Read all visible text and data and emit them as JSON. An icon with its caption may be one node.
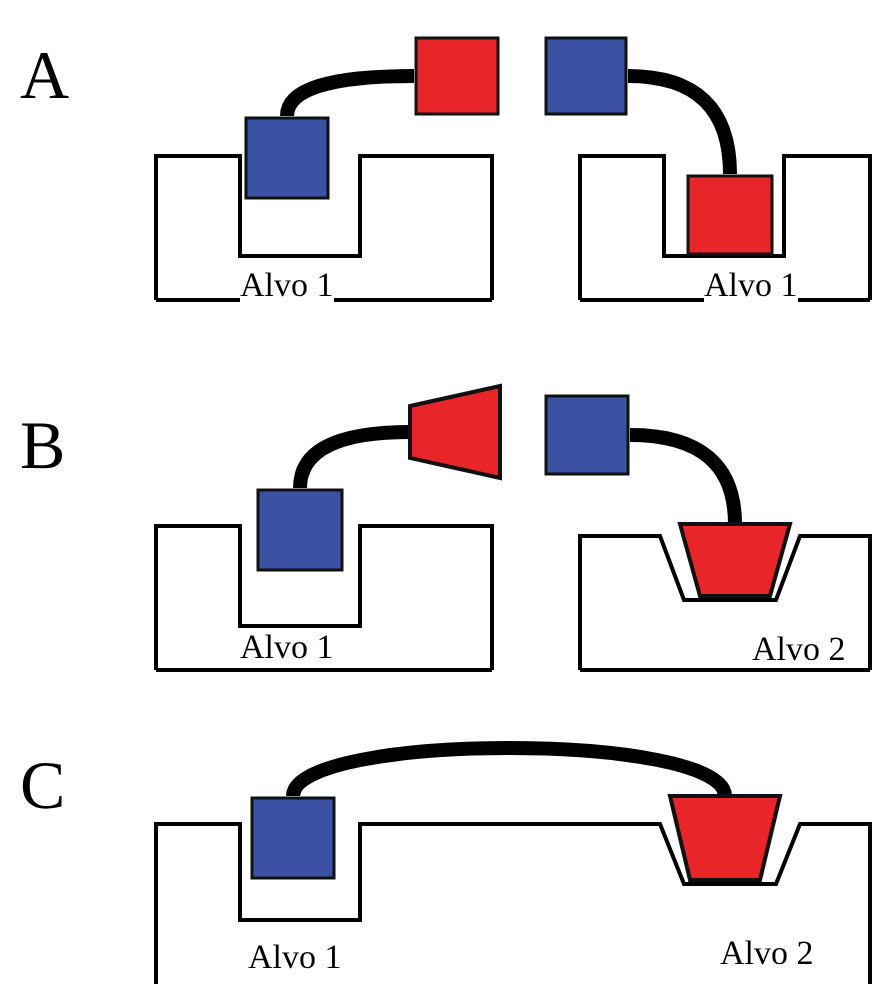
{
  "diagram": {
    "nodes": [
      {
        "text": [
          "Alvo 1"
        ]
      },
      {
        "text": [],
        "shape": "box"
      },
      {
        "text": [],
        "shape": "box"
      },
      {
        "text": [
          "Alvo 1"
        ]
      },
      {
        "text": [],
        "shape": "box"
      },
      {
        "text": [],
        "shape": "box",
        "in": 3
      },
      {
        "text": [
          "Alvo 1"
        ]
      },
      {
        "text": [],
        "shape": "box"
      },
      {
        "text": [],
        "shape": "trapezoid"
      },
      {
        "text": [],
        "shape": "box"
      },
      {
        "text": [
          "Alvo 2"
        ]
      },
      {
        "text": [],
        "shape": "trapezoid"
      },
      {
        "text": [
          "Alvo 1",
          "Alvo 2"
        ]
      },
      {
        "text": [],
        "shape": "box"
      },
      {
        "text": [],
        "shape": "trapezoid"
      }
    ],
    "edges": [
      {
        "from": 1,
        "to": 2,
        "arrow": "none"
      },
      {
        "from": 4,
        "to": 5,
        "arrow": "none"
      },
      {
        "from": 7,
        "to": 8,
        "arrow": "none"
      },
      {
        "from": 9,
        "to": 11,
        "arrow": "none"
      },
      {
        "from": 13,
        "to": 14,
        "arrow": "none"
      }
    ],
    "labels": [
      "A",
      "B",
      "C"
    ]
  }
}
